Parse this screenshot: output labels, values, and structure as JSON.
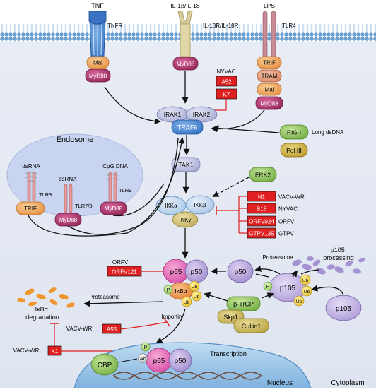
{
  "receptors": {
    "tnf": "TNF",
    "tnfr": "TNFR",
    "il1": "IL-1β/IL-18",
    "il1r": "IL-1βR/IL-18R",
    "lps": "LPS",
    "tlr4": "TLR4"
  },
  "adaptors": {
    "mal": "Mal",
    "myd88": "MyD88",
    "trif": "TRIF",
    "tram": "TRAM"
  },
  "endosome": {
    "title": "Endosome",
    "dsrna": "dsRNA",
    "ssrna": "ssRNA",
    "cpg": "CpG DNA",
    "tlr3": "TLR3",
    "tlr78": "TLR7/8",
    "tlr9": "TLR9",
    "trif": "TRIF",
    "myd88a": "MyD88",
    "myd88b": "MyD88"
  },
  "nyvac_group": {
    "label": "NYVAC",
    "a52": "A52",
    "k7": "K7"
  },
  "core": {
    "irak1": "IRAK1",
    "irak2": "IRAK2",
    "traf6": "TRAF6",
    "tak1": "TAK1",
    "rigi": "RIG-I",
    "long_dsdna": "Long dsDNA",
    "pol3": "Pol III",
    "erk2": "ERK2",
    "ikka": "IKKα",
    "ikkb": "IKKβ",
    "ikkg": "IKKγ"
  },
  "inhibitors": [
    {
      "box": "N1",
      "label": "VACV-WR"
    },
    {
      "box": "B15",
      "label": "NYVAC"
    },
    {
      "box": "ORFV024",
      "label": "ORFV"
    },
    {
      "box": "GTPV135",
      "label": "GTPV"
    }
  ],
  "nfkb": {
    "orfv_label": "ORFV",
    "orfv121": "ORFV121",
    "p65": "p65",
    "p50": "p50",
    "ikba": "IκBα",
    "p": "P",
    "ub": "Ub",
    "ac": "Ac",
    "p50_free": "p50",
    "p105": "p105",
    "p105_b": "p105",
    "proteasome1": "Proteasome",
    "proteasome2": "Proteasome",
    "p105_processing": "p105\nprocessing",
    "ikba_degradation": "IκBα\ndegradation",
    "btrcp": "β-TrCP",
    "skp1": "Skp1",
    "cullin1": "Cullin1"
  },
  "lower": {
    "importin": "Importin",
    "a55_label": "VACV-WR",
    "a55": "A55",
    "k1_label": "VACV-WR",
    "k1": "K1",
    "cbp": "CBP",
    "transcription": "Transcription",
    "nucleus": "Nucleus",
    "cytoplasm": "Cytoplasm"
  },
  "colors": {
    "inhibitor_red": "#e02020",
    "myd88": "#b0306a",
    "trif": "#f2a65a",
    "irak": "#c8cbe8",
    "endosome": "#c9d4f0",
    "nucleus": "#9fc8ea",
    "ub": "#f4d33a",
    "p_green": "#a6d96a"
  }
}
